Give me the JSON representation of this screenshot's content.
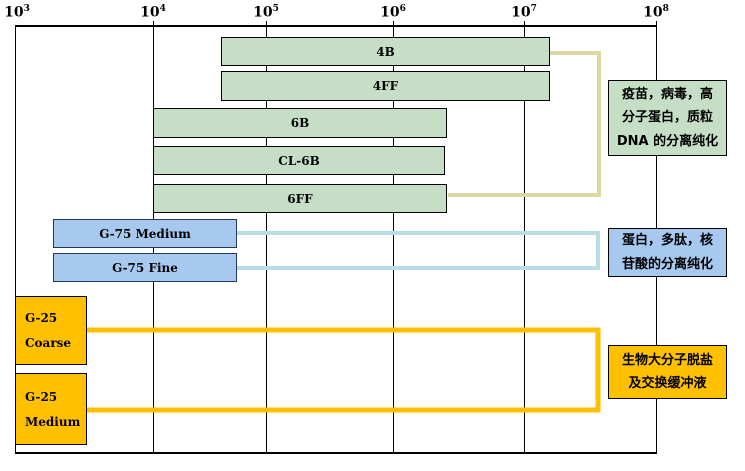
{
  "axis": {
    "ticks": [
      {
        "base": "10",
        "exp": "3"
      },
      {
        "base": "10",
        "exp": "4"
      },
      {
        "base": "10",
        "exp": "5"
      },
      {
        "base": "10",
        "exp": "6"
      },
      {
        "base": "10",
        "exp": "7"
      },
      {
        "base": "10",
        "exp": "8"
      }
    ]
  },
  "bars": [
    {
      "label": "4B"
    },
    {
      "label": "4FF"
    },
    {
      "label": "6B"
    },
    {
      "label": "CL-6B"
    },
    {
      "label": "6FF"
    },
    {
      "label": "G-75 Medium"
    },
    {
      "label": "G-75 Fine"
    }
  ],
  "range_boxes": [
    {
      "line1": "G-25",
      "line2": "Coarse"
    },
    {
      "line1": "G-25",
      "line2": "Medium"
    }
  ],
  "notes": [
    {
      "lines": [
        "疫苗，病毒，高",
        "分子蛋白，质粒",
        "DNA 的分离纯化"
      ]
    },
    {
      "lines": [
        "蛋白，多肽，核",
        "苷酸的分离纯化"
      ]
    },
    {
      "lines": [
        "生物大分子脱盐",
        "及交换缓冲液"
      ]
    }
  ],
  "colors": {
    "green_fill": "#c5dec5",
    "blue_fill": "#a7c9ef",
    "blue_border": "#203864",
    "yellow_fill": "#ffc000",
    "green_connector": "#dbd8a2",
    "blue_connector": "#b8dde4",
    "yellow_connector": "#ffc000"
  },
  "chart_data": {
    "type": "bar",
    "subtype": "horizontal-range-chart",
    "title": "",
    "xlabel": "",
    "ylabel": "",
    "x_scale": "log10",
    "xlim": [
      1000,
      100000000
    ],
    "x_ticks": [
      "10^3",
      "10^4",
      "10^5",
      "10^6",
      "10^7",
      "10^8"
    ],
    "grid": "vertical-lines-at-each-decade",
    "series": [
      {
        "name": "4B",
        "group": "sepharose-green",
        "range_approx": [
          50000,
          20000000
        ]
      },
      {
        "name": "4FF",
        "group": "sepharose-green",
        "range_approx": [
          50000,
          20000000
        ]
      },
      {
        "name": "6B",
        "group": "sepharose-green",
        "range_approx": [
          10000,
          3000000
        ]
      },
      {
        "name": "CL-6B",
        "group": "sepharose-green",
        "range_approx": [
          10000,
          3000000
        ]
      },
      {
        "name": "6FF",
        "group": "sepharose-green",
        "range_approx": [
          10000,
          3000000
        ]
      },
      {
        "name": "G-75 Medium",
        "group": "sephadex-blue",
        "range_approx": [
          2000,
          60000
        ]
      },
      {
        "name": "G-75 Fine",
        "group": "sephadex-blue",
        "range_approx": [
          2000,
          60000
        ]
      },
      {
        "name": "G-25 Coarse",
        "group": "sephadex-yellow",
        "range_approx": [
          1000,
          3000
        ]
      },
      {
        "name": "G-25 Medium",
        "group": "sephadex-yellow",
        "range_approx": [
          1000,
          3000
        ]
      }
    ],
    "group_annotations": [
      {
        "group": "sepharose-green",
        "color": "#c5dec5",
        "text": "疫苗，病毒，高分子蛋白，质粒DNA的分离纯化"
      },
      {
        "group": "sephadex-blue",
        "color": "#a7c9ef",
        "text": "蛋白，多肽，核苷酸的分离纯化"
      },
      {
        "group": "sephadex-yellow",
        "color": "#ffc000",
        "text": "生物大分子脱盐及交换缓冲液"
      }
    ],
    "legend_position": "none"
  }
}
